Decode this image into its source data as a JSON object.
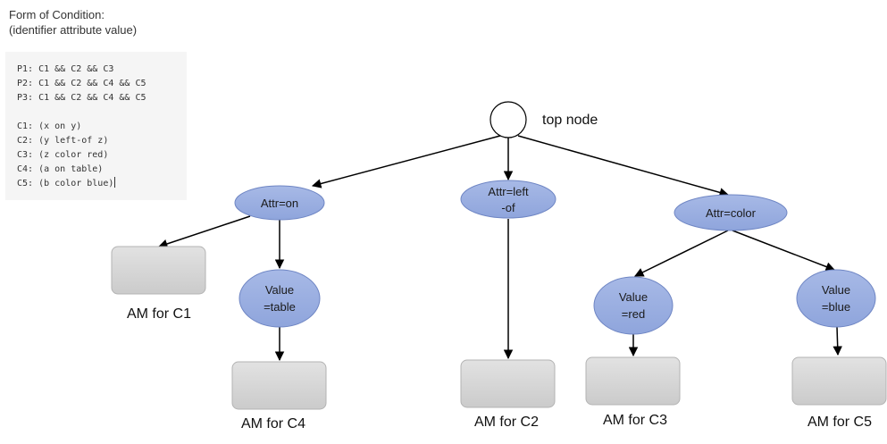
{
  "header": {
    "title": "Form of Condition:",
    "subtitle": "(identifier attribute value)"
  },
  "productions": [
    "P1: C1 && C2 && C3",
    "P2: C1 && C2 && C4 && C5",
    "P3: C1 && C2 && C4 && C5"
  ],
  "conditions": [
    "C1: (x on y)",
    "C2: (y left-of z)",
    "C3: (z color red)",
    "C4: (a on table)",
    "C5: (b color blue)"
  ],
  "diagram": {
    "top_node": {
      "label": "top node"
    },
    "attr_on": {
      "lines": [
        "Attr=on"
      ]
    },
    "attr_left": {
      "lines": [
        "Attr=left",
        "-of"
      ]
    },
    "attr_color": {
      "lines": [
        "Attr=color"
      ]
    },
    "value_table": {
      "lines": [
        "Value",
        "=table"
      ]
    },
    "value_red": {
      "lines": [
        "Value",
        "=red"
      ]
    },
    "value_blue": {
      "lines": [
        "Value",
        "=blue"
      ]
    },
    "am_c1": {
      "label": "AM for C1"
    },
    "am_c4": {
      "label": "AM for C4"
    },
    "am_c2": {
      "label": "AM for C2"
    },
    "am_c3": {
      "label": "AM for C3"
    },
    "am_c5": {
      "label": "AM for C5"
    }
  },
  "colors": {
    "ellipse_fill_top": "#a7b9e6",
    "ellipse_fill_bottom": "#8fa5dc",
    "ellipse_stroke": "#6f86c4",
    "box_fill": "#d6d6d6",
    "box_stroke": "#b3b3b3",
    "arrow": "#000000"
  }
}
